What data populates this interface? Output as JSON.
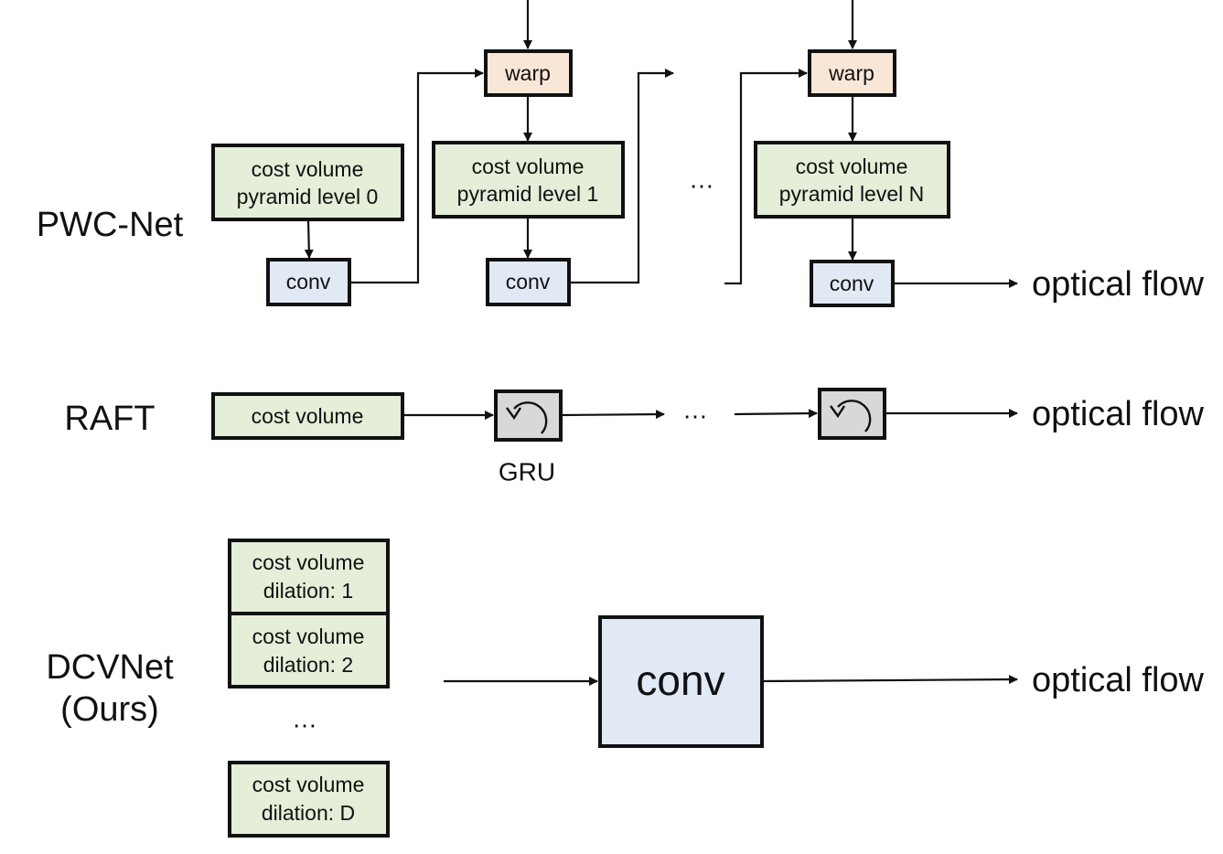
{
  "colors": {
    "cost_volume": "#e4eed8",
    "conv": "#e1e9f5",
    "warp": "#f8e6d6",
    "gru": "#d8d8d8",
    "stroke": "#111111"
  },
  "rows": {
    "pwcnet": {
      "label": "PWC-Net",
      "cost_volume_0": [
        "cost volume",
        "pyramid level 0"
      ],
      "cost_volume_1": [
        "cost volume",
        "pyramid level 1"
      ],
      "cost_volume_n": [
        "cost volume",
        "pyramid level N"
      ],
      "warp": "warp",
      "conv": "conv",
      "ellipsis": "…",
      "output": "optical flow"
    },
    "raft": {
      "label": "RAFT",
      "cost_volume": "cost volume",
      "gru_label": "GRU",
      "ellipsis": "…",
      "output": "optical flow"
    },
    "dcvnet": {
      "label_line1": "DCVNet",
      "label_line2": "(Ours)",
      "cost_volumes": [
        [
          "cost volume",
          "dilation: 1"
        ],
        [
          "cost volume",
          "dilation: 2"
        ],
        [
          "cost volume",
          "dilation: D"
        ]
      ],
      "ellipsis": "…",
      "conv": "conv",
      "output": "optical flow"
    }
  }
}
